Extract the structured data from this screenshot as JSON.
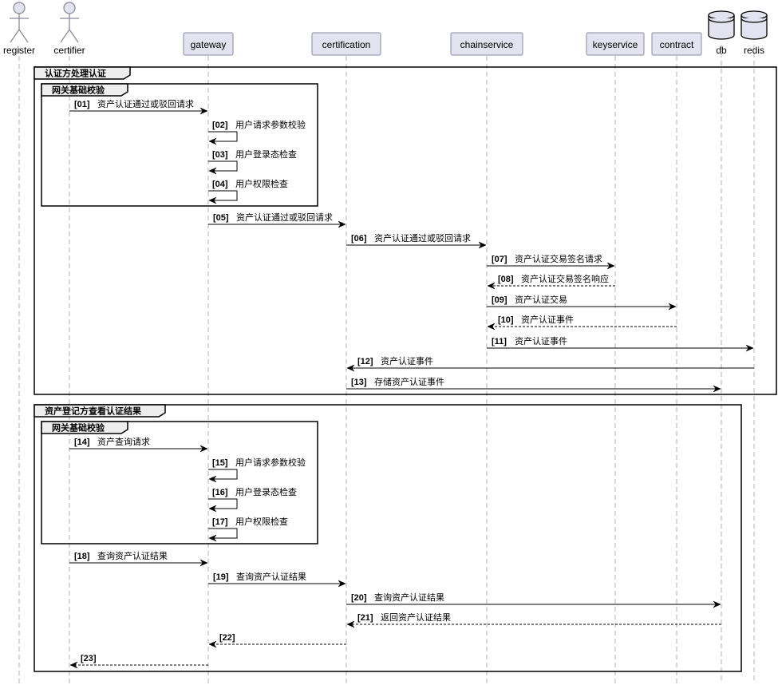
{
  "participants": [
    {
      "id": "register",
      "label": "register",
      "kind": "actor"
    },
    {
      "id": "certifier",
      "label": "certifier",
      "kind": "actor"
    },
    {
      "id": "gateway",
      "label": "gateway",
      "kind": "box"
    },
    {
      "id": "certification",
      "label": "certification",
      "kind": "box"
    },
    {
      "id": "chainservice",
      "label": "chainservice",
      "kind": "box"
    },
    {
      "id": "keyservice",
      "label": "keyservice",
      "kind": "box"
    },
    {
      "id": "contract",
      "label": "contract",
      "kind": "box"
    },
    {
      "id": "db",
      "label": "db",
      "kind": "database"
    },
    {
      "id": "redis",
      "label": "redis",
      "kind": "database"
    }
  ],
  "groups": [
    {
      "id": "g1",
      "label": "认证方处理认证",
      "from": 1,
      "to": 13
    },
    {
      "id": "g1a",
      "label": "网关基础校验",
      "from": 1,
      "to": 4
    },
    {
      "id": "g2",
      "label": "资产登记方查看认证结果",
      "from": 14,
      "to": 23
    },
    {
      "id": "g2a",
      "label": "网关基础校验",
      "from": 14,
      "to": 17
    }
  ],
  "messages": [
    {
      "n": 1,
      "num": "[01]",
      "text": "资产认证通过或驳回请求",
      "from": "certifier",
      "to": "gateway",
      "dashed": false
    },
    {
      "n": 2,
      "num": "[02]",
      "text": "用户请求参数校验",
      "from": "gateway",
      "to": "gateway",
      "dashed": false
    },
    {
      "n": 3,
      "num": "[03]",
      "text": "用户登录态检查",
      "from": "gateway",
      "to": "gateway",
      "dashed": false
    },
    {
      "n": 4,
      "num": "[04]",
      "text": "用户权限检查",
      "from": "gateway",
      "to": "gateway",
      "dashed": false
    },
    {
      "n": 5,
      "num": "[05]",
      "text": "资产认证通过或驳回请求",
      "from": "gateway",
      "to": "certification",
      "dashed": false
    },
    {
      "n": 6,
      "num": "[06]",
      "text": "资产认证通过或驳回请求",
      "from": "certification",
      "to": "chainservice",
      "dashed": false
    },
    {
      "n": 7,
      "num": "[07]",
      "text": "资产认证交易签名请求",
      "from": "chainservice",
      "to": "keyservice",
      "dashed": false
    },
    {
      "n": 8,
      "num": "[08]",
      "text": "资产认证交易签名响应",
      "from": "keyservice",
      "to": "chainservice",
      "dashed": true
    },
    {
      "n": 9,
      "num": "[09]",
      "text": "资产认证交易",
      "from": "chainservice",
      "to": "contract",
      "dashed": false
    },
    {
      "n": 10,
      "num": "[10]",
      "text": "资产认证事件",
      "from": "contract",
      "to": "chainservice",
      "dashed": true
    },
    {
      "n": 11,
      "num": "[11]",
      "text": "资产认证事件",
      "from": "chainservice",
      "to": "redis",
      "dashed": false
    },
    {
      "n": 12,
      "num": "[12]",
      "text": "资产认证事件",
      "from": "redis",
      "to": "certification",
      "dashed": false
    },
    {
      "n": 13,
      "num": "[13]",
      "text": "存储资产认证事件",
      "from": "certification",
      "to": "db",
      "dashed": false
    },
    {
      "n": 14,
      "num": "[14]",
      "text": "资产查询请求",
      "from": "certifier",
      "to": "gateway",
      "dashed": false
    },
    {
      "n": 15,
      "num": "[15]",
      "text": "用户请求参数校验",
      "from": "gateway",
      "to": "gateway",
      "dashed": false
    },
    {
      "n": 16,
      "num": "[16]",
      "text": "用户登录态检查",
      "from": "gateway",
      "to": "gateway",
      "dashed": false
    },
    {
      "n": 17,
      "num": "[17]",
      "text": "用户权限检查",
      "from": "gateway",
      "to": "gateway",
      "dashed": false
    },
    {
      "n": 18,
      "num": "[18]",
      "text": "查询资产认证结果",
      "from": "certifier",
      "to": "gateway",
      "dashed": false
    },
    {
      "n": 19,
      "num": "[19]",
      "text": "查询资产认证结果",
      "from": "gateway",
      "to": "certification",
      "dashed": false
    },
    {
      "n": 20,
      "num": "[20]",
      "text": "查询资产认证结果",
      "from": "certification",
      "to": "db",
      "dashed": false
    },
    {
      "n": 21,
      "num": "[21]",
      "text": "返回资产认证结果",
      "from": "db",
      "to": "certification",
      "dashed": true
    },
    {
      "n": 22,
      "num": "[22]",
      "text": "",
      "from": "certification",
      "to": "gateway",
      "dashed": true
    },
    {
      "n": 23,
      "num": "[23]",
      "text": "",
      "from": "gateway",
      "to": "certifier",
      "dashed": true
    }
  ]
}
